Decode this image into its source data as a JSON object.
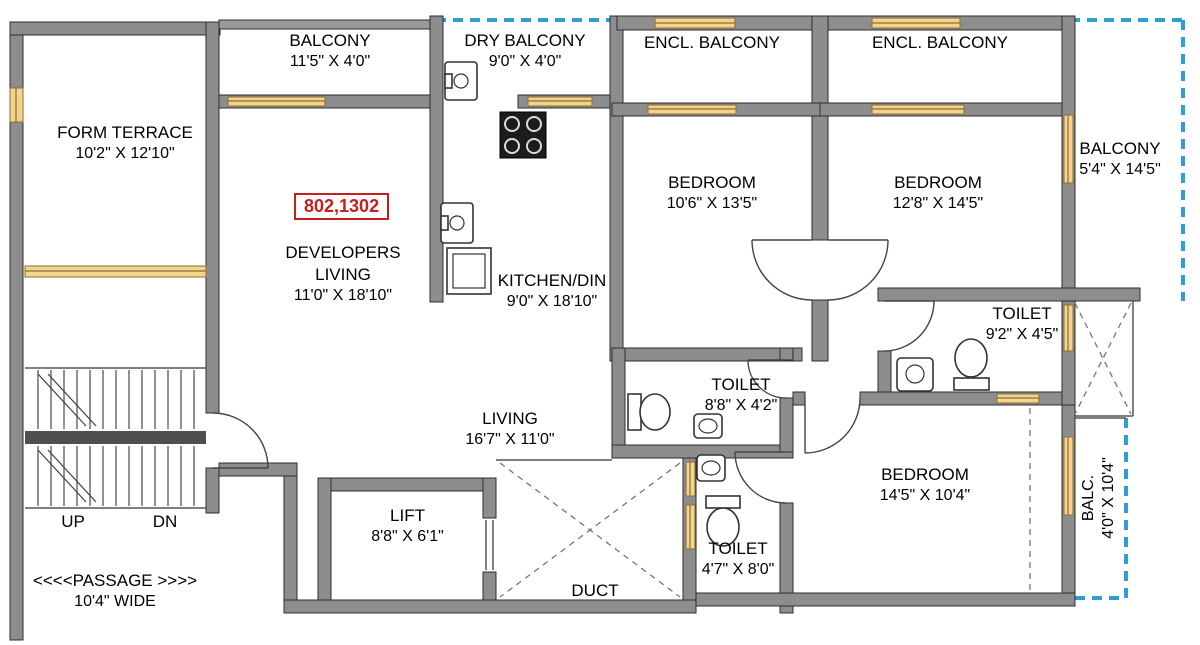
{
  "plan": {
    "unit_label": "802,1302",
    "rooms": {
      "form_terrace": {
        "name": "FORM TERRACE",
        "size": "10'2\" X 12'10\""
      },
      "balcony_top": {
        "name": "BALCONY",
        "size": "11'5\" X 4'0\""
      },
      "dry_balcony": {
        "name": "DRY BALCONY",
        "size": "9'0\" X 4'0\""
      },
      "encl_balcony_left": {
        "name": "ENCL. BALCONY"
      },
      "encl_balcony_right": {
        "name": "ENCL. BALCONY"
      },
      "balcony_right": {
        "name": "BALCONY",
        "size": "5'4\" X 14'5\""
      },
      "developers_living": {
        "line1": "DEVELOPERS",
        "line2": "LIVING",
        "size": "11'0\" X 18'10\""
      },
      "kitchen_dining": {
        "name": "KITCHEN/DIN",
        "size": "9'0\" X 18'10\""
      },
      "bedroom_top_left": {
        "name": "BEDROOM",
        "size": "10'6\" X 13'5\""
      },
      "bedroom_top_right": {
        "name": "BEDROOM",
        "size": "12'8\" X 14'5\""
      },
      "toilet_top": {
        "name": "TOILET",
        "size": "9'2\" X 4'5\""
      },
      "living": {
        "name": "LIVING",
        "size": "16'7\" X 11'0\""
      },
      "toilet_middle": {
        "name": "TOILET",
        "size": "8'8\" X 4'2\""
      },
      "bedroom_bottom": {
        "name": "BEDROOM",
        "size": "14'5\" X 10'4\""
      },
      "balcony_bottom_right": {
        "name": "BALC.",
        "size": "4'0\" X 10'4\""
      },
      "lift": {
        "name": "LIFT",
        "size": "8'8\" X 6'1\""
      },
      "toilet_bottom": {
        "name": "TOILET",
        "size": "4'7\" X 8'0\""
      },
      "duct": {
        "name": "DUCT"
      },
      "passage": {
        "name": "<<<<PASSAGE >>>>",
        "size": "10'4\" WIDE"
      }
    },
    "stairs": {
      "up": "UP",
      "down": "DN"
    },
    "colors": {
      "wall": "#8d8d8d",
      "window": "#f3d489",
      "balcony_edge": "#2e9fd4",
      "unit_red": "#c81e1e"
    }
  }
}
